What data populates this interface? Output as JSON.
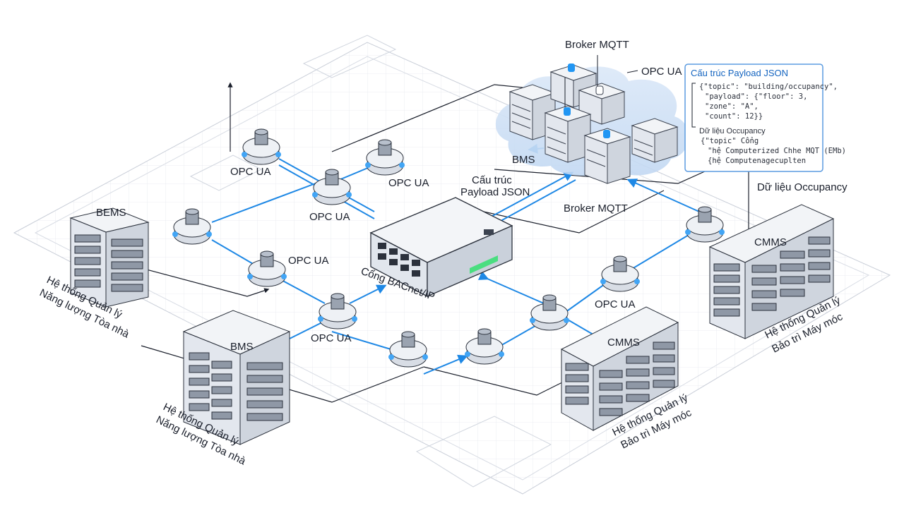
{
  "labels": {
    "broker_top": "Broker MQTT",
    "broker_mid": "Broker MQTT",
    "opcua_cloud": "OPC UA",
    "opcua_1": "OPC UA",
    "opcua_2": "OPC UA",
    "opcua_3": "OPC UA",
    "opcua_4": "OPC UA",
    "opcua_5": "OPC UA",
    "opcua_6": "OPC UA",
    "bms_cloud": "BMS",
    "payload_1": "Cấu trúc",
    "payload_2": "Payload JSON",
    "gateway": "Cổng BACnet/IP",
    "occupancy": "Dữ liệu Occupancy",
    "bems": "BEMS",
    "bems_caption_1": "Hệ thống Quản lý",
    "bems_caption_2": "Năng lượng Tòa nhà",
    "bms": "BMS",
    "bms_caption_1": "Hệ thống Quản lý",
    "bms_caption_2": "Năng lượng Tòa nhà",
    "cmms_right": "CMMS",
    "cmms_right_caption_1": "Hệ thống Quản lý",
    "cmms_right_caption_2": "Bảo trì Máy móc",
    "cmms_center": "CMMS",
    "cmms_center_caption_1": "Hệ thống Quản lý",
    "cmms_center_caption_2": "Bảo trì Máy móc"
  },
  "json_panel": {
    "title": "Cấu trúc Payload JSON",
    "lines": [
      "{\"topic\": \"building/occupancy\",",
      "\"payload\": {\"floor\": 3,",
      "\"zone\": \"A\",",
      "\"count\": 12}}"
    ],
    "sub_title": "Dữ liệu Occupancy",
    "sub_lines": [
      "{\"topic\" Cổng",
      "\"hệ Computerized Chhe MQT (EMb)",
      "{hệ Computenagecuplten"
    ]
  },
  "colors": {
    "accent": "#1e88e5",
    "line": "#1a1f2b",
    "grid": "#dfe3ea",
    "cloud": "#c9dcf3"
  }
}
